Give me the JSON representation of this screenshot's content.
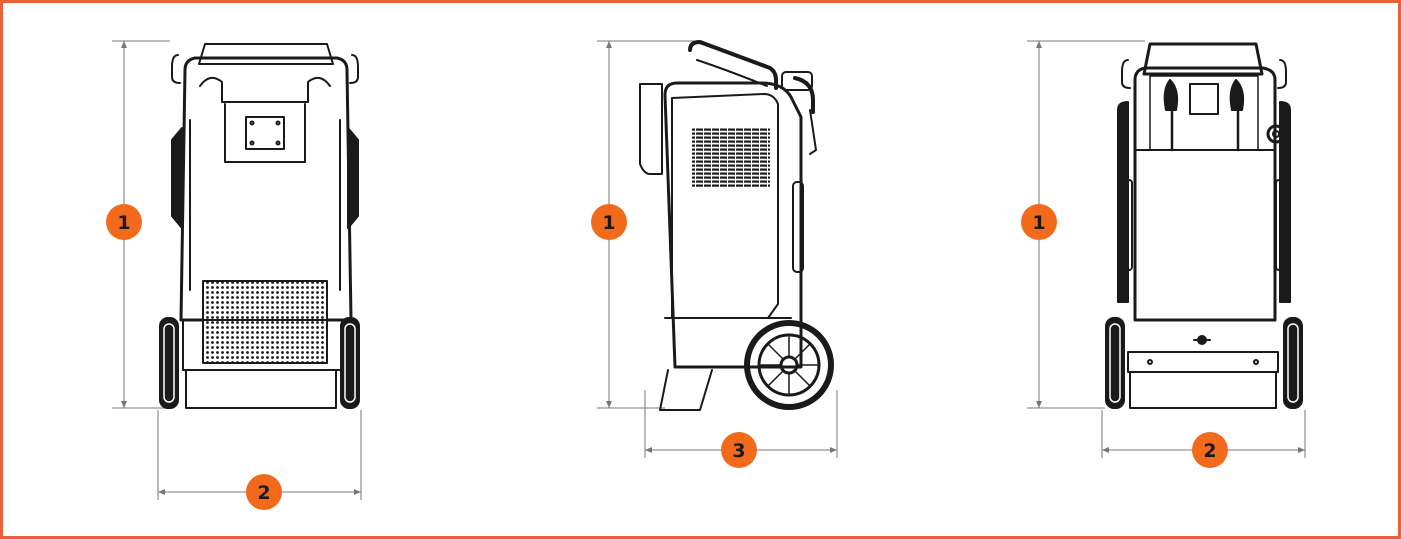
{
  "colors": {
    "accent": "#f26a1b",
    "border": "#e8613a",
    "ink": "#1a1a1a",
    "dim_line": "#777777"
  },
  "views": [
    {
      "name": "front",
      "badges": {
        "height": "1",
        "width": "2"
      }
    },
    {
      "name": "side",
      "badges": {
        "height": "1",
        "depth": "3"
      }
    },
    {
      "name": "rear",
      "badges": {
        "height": "1",
        "width": "2"
      }
    }
  ]
}
